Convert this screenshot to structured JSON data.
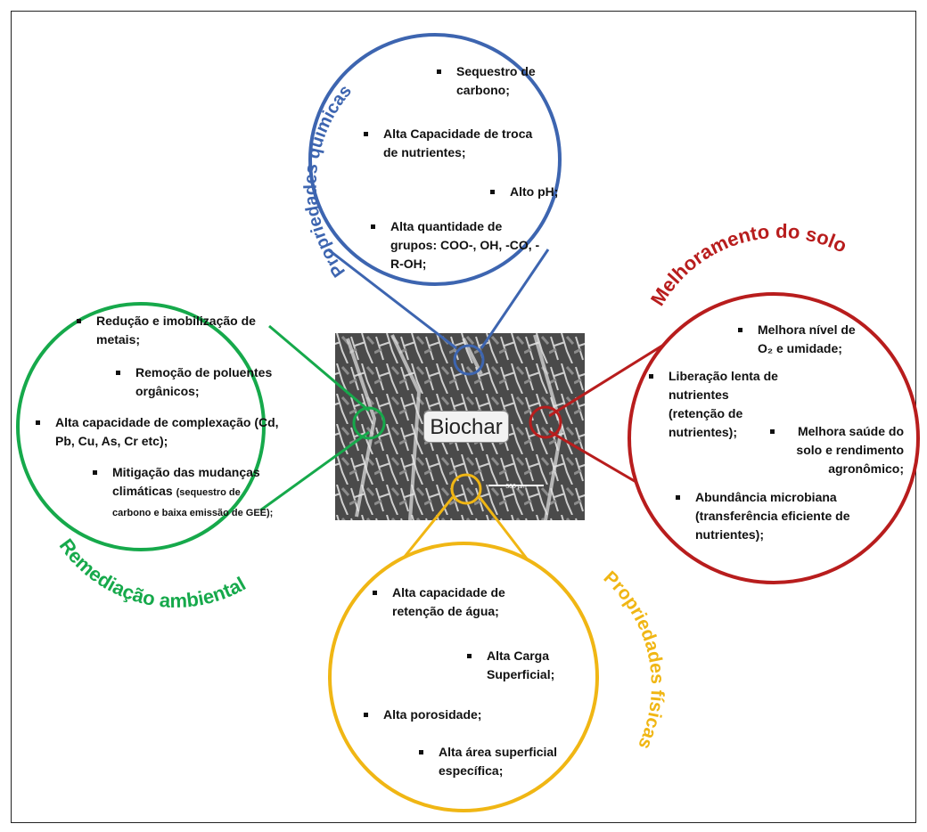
{
  "center": {
    "label": "Biochar"
  },
  "image": {
    "scale_label": "300 µm"
  },
  "colors": {
    "blue": "#3d65b0",
    "green": "#16a94b",
    "red": "#b81d1d",
    "yellow": "#f0b614"
  },
  "sections": {
    "chemical": {
      "title": "Propriedades químicas",
      "items": [
        "Sequestro de carbono;",
        "Alta Capacidade de troca de nutrientes;",
        "Alto pH;",
        "Alta quantidade de grupos: COO-, OH, -CO, -R-OH;"
      ]
    },
    "soil": {
      "title": "Melhoramento do solo",
      "items": [
        "Melhora nível de O₂ e umidade;",
        "Liberação lenta de nutrientes (retenção de nutrientes);",
        "Melhora saúde do solo e rendimento agronômico;",
        "Abundância microbiana (transferência eficiente de nutrientes);"
      ]
    },
    "remediation": {
      "title": "Remediação ambiental",
      "items": [
        "Redução e imobilização de metais;",
        "Remoção de poluentes orgânicos;",
        "Alta capacidade de complexação (Cd, Pb, Cu, As, Cr etc);",
        "Mitigação das mudanças climáticas",
        "(sequestro de carbono e baixa emissão de GEE);"
      ]
    },
    "physical": {
      "title": "Propriedades físicas",
      "items": [
        "Alta capacidade de retenção de água;",
        "Alta Carga Superficial;",
        "Alta porosidade;",
        "Alta área superficial específica;"
      ]
    }
  }
}
